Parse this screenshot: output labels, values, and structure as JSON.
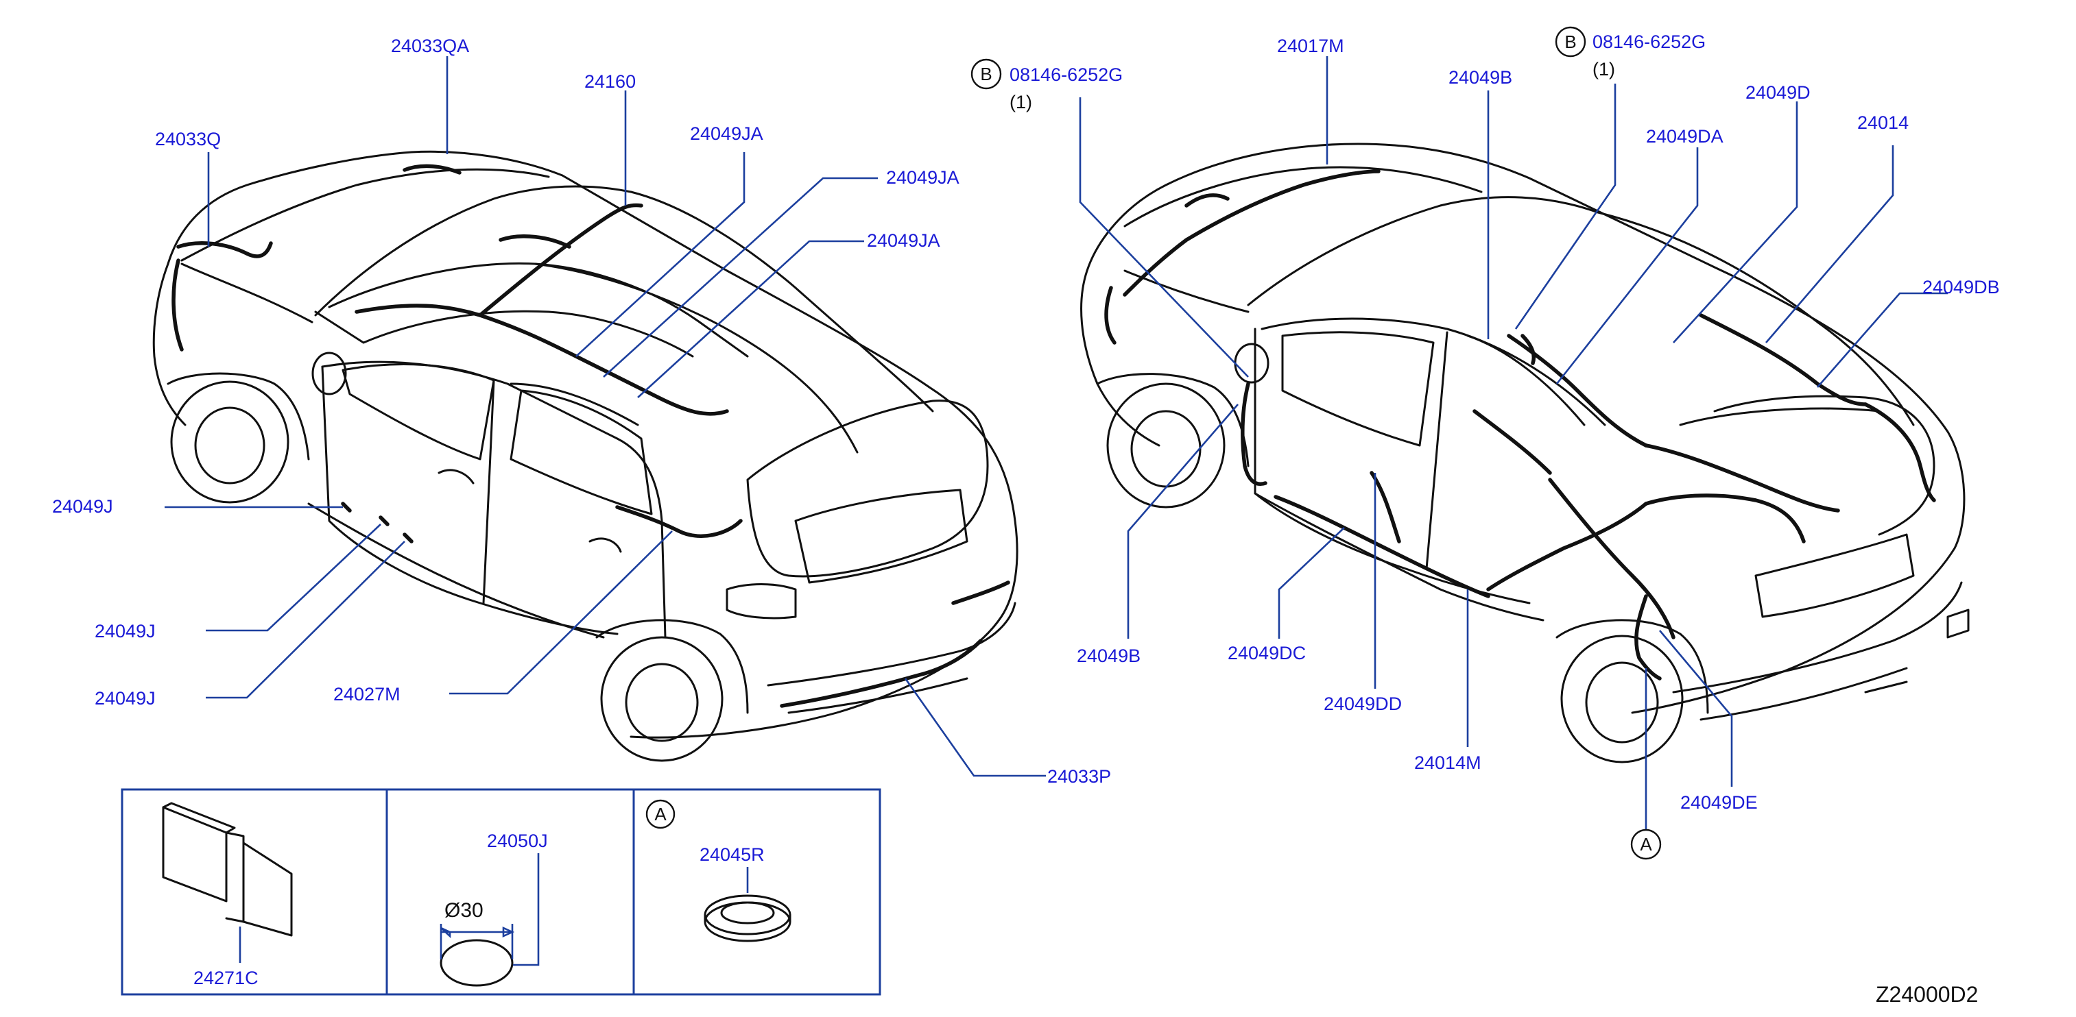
{
  "labels": {
    "l1": "24033QA",
    "l2": "24160",
    "l3": "24033Q",
    "l4": "24049JA",
    "l5": "24049JA",
    "l6": "24049JA",
    "l7": "24049J",
    "l8": "24049J",
    "l9": "24049J",
    "l10": "24027M",
    "l11": "24033P",
    "l12": "08146-6252G",
    "l13": "(1)",
    "l14": "24017M",
    "l15": "24049B",
    "l16": "08146-6252G",
    "l17": "(1)",
    "l18": "24049D",
    "l19": "24049DA",
    "l20": "24014",
    "l21": "24049DB",
    "l22": "24049B",
    "l23": "24049DC",
    "l24": "24049DD",
    "l25": "24014M",
    "l26": "24049DE",
    "l27": "24271C",
    "l28": "24050J",
    "l29": "Ø30",
    "l30": "24045R"
  },
  "markers": {
    "b": "B",
    "a": "A"
  },
  "diagram_code": "Z24000D2",
  "colors": {
    "label": "#1a1ad6",
    "leader": "#1c3f9e",
    "line": "#111111"
  }
}
